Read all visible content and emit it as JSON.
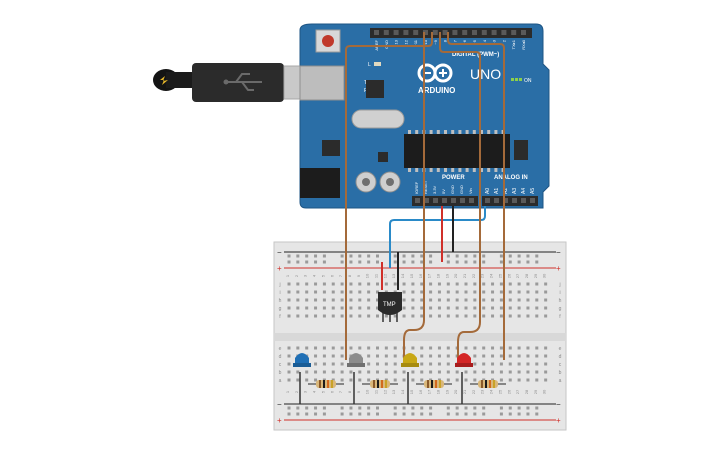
{
  "arduino": {
    "brand_text": "ARDUINO",
    "model_text": "UNO",
    "digital_header_label": "DIGITAL (PWM~)",
    "power_label": "POWER",
    "analog_label": "ANALOG IN",
    "on_label": "ON",
    "l_led_label": "L",
    "tx_label": "TX",
    "rx_label": "RX",
    "digital_pins": [
      "AREF",
      "GND",
      "13",
      "12",
      "~11",
      "~10",
      "~9",
      "8",
      "7",
      "~6",
      "~5",
      "4",
      "~3",
      "2",
      "TX▸1",
      "RX◂0"
    ],
    "power_pins": [
      "IOREF",
      "RESET",
      "3.3V",
      "5V",
      "GND",
      "GND",
      "Vin"
    ],
    "analog_pins": [
      "A0",
      "A1",
      "A2",
      "A3",
      "A4",
      "A5"
    ],
    "board_color": "#2a6ea6",
    "header_color": "#2b2b2b"
  },
  "breadboard": {
    "top_row_letters": [
      "j",
      "i",
      "h",
      "g",
      "f"
    ],
    "bottom_row_letters": [
      "e",
      "d",
      "c",
      "b",
      "a"
    ],
    "column_numbers": [
      "1",
      "2",
      "3",
      "4",
      "5",
      "6",
      "7",
      "8",
      "9",
      "10",
      "11",
      "12",
      "13",
      "14",
      "15",
      "16",
      "17",
      "18",
      "19",
      "20",
      "21",
      "22",
      "23",
      "24",
      "25",
      "26",
      "27",
      "28",
      "29",
      "30"
    ],
    "rail_plus": "+",
    "rail_minus": "−",
    "rail_red": "#d0302a",
    "rail_black": "#222222"
  },
  "components": {
    "sensor_label": "TMP",
    "led_colors": [
      "#1f6fb5",
      "#8c8c8c",
      "#c8a816",
      "#d42525"
    ],
    "resistor_count": 4
  },
  "wires": {
    "signal_color": "#a46a3a",
    "analog_color": "#2a8ac8",
    "power_color": "#d0302a",
    "ground_color": "#222222"
  },
  "usb": {
    "plug_color": "#2b2b2b",
    "shell_color": "#c9c9c9",
    "strain_relief_color": "#1b1b1b",
    "tip_color": "#e9b92a"
  }
}
